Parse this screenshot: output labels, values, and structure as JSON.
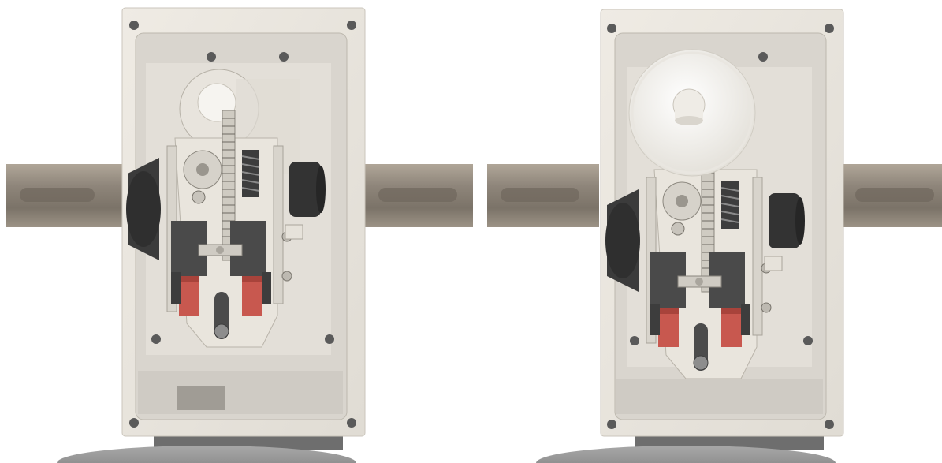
{
  "scene": {
    "panels": [
      {
        "id": "left",
        "state": "gear-housing-open"
      },
      {
        "id": "right",
        "state": "gear-housing-with-disc"
      }
    ]
  },
  "colors": {
    "housing": "#ebe7df",
    "housing_edge": "#cfcac0",
    "cavity": "#dcd8d1",
    "shaft": "#8e857a",
    "shaft_light": "#b3aa9e",
    "rubber": "#3a3a3a",
    "coil_red": "#c8584f",
    "base": "#8b8b8b",
    "gear_white": "#f4f2ee"
  },
  "icons": [
    "shaft-icon",
    "gear-icon",
    "bolt-icon",
    "solenoid-icon"
  ]
}
